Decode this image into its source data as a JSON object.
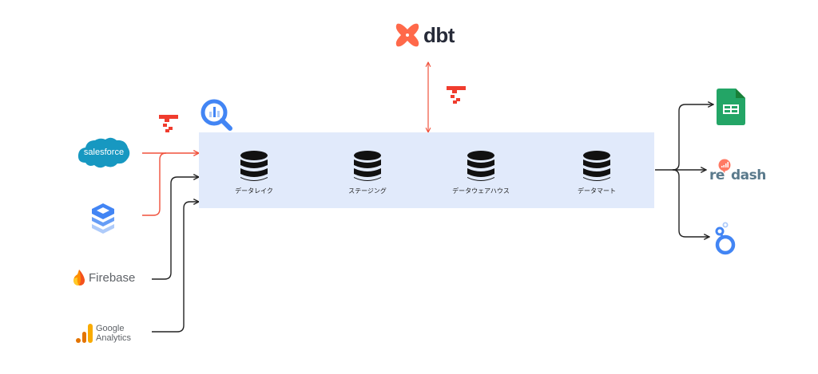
{
  "diagram": {
    "orchestrator": {
      "name": "dbt",
      "icon": "dbt-logo-icon",
      "color": "#ff694a"
    },
    "warehouse_platform": {
      "name": "BigQuery",
      "icon": "bigquery-icon",
      "color": "#4285f4"
    },
    "ingestion_tool": {
      "name": "trocco",
      "icon": "trocco-icon",
      "color": "#f03c2e"
    },
    "sources": [
      {
        "name": "salesforce",
        "label": "salesforce",
        "icon": "salesforce-icon",
        "color": "#1798c1",
        "via_ingestion": true
      },
      {
        "name": "datastore",
        "label": "",
        "icon": "cloud-datastore-icon",
        "color": "#4285f4",
        "via_ingestion": true
      },
      {
        "name": "firebase",
        "label": "Firebase",
        "icon": "firebase-icon",
        "color": "#ffa000",
        "via_ingestion": false
      },
      {
        "name": "google-analytics",
        "label": "Google\nAnalytics",
        "label_line1": "Google",
        "label_line2": "Analytics",
        "icon": "google-analytics-icon",
        "color": "#f9ab00",
        "via_ingestion": false
      }
    ],
    "stages": [
      {
        "label": "データレイク"
      },
      {
        "label": "ステージング"
      },
      {
        "label": "データウェアハウス"
      },
      {
        "label": "データマート"
      }
    ],
    "destinations": [
      {
        "name": "google-sheets",
        "label": "",
        "icon": "google-sheets-icon",
        "color": "#23a566"
      },
      {
        "name": "redash",
        "label": "re dash",
        "label_part1": "re",
        "label_part2": "dash",
        "icon": "redash-icon",
        "color": "#ff7964"
      },
      {
        "name": "looker-studio",
        "label": "",
        "icon": "looker-studio-icon",
        "color": "#4285f4"
      }
    ],
    "colors": {
      "panel": "#e1eafb",
      "ingestion_line": "#f0513c",
      "default_line": "#222222"
    }
  }
}
